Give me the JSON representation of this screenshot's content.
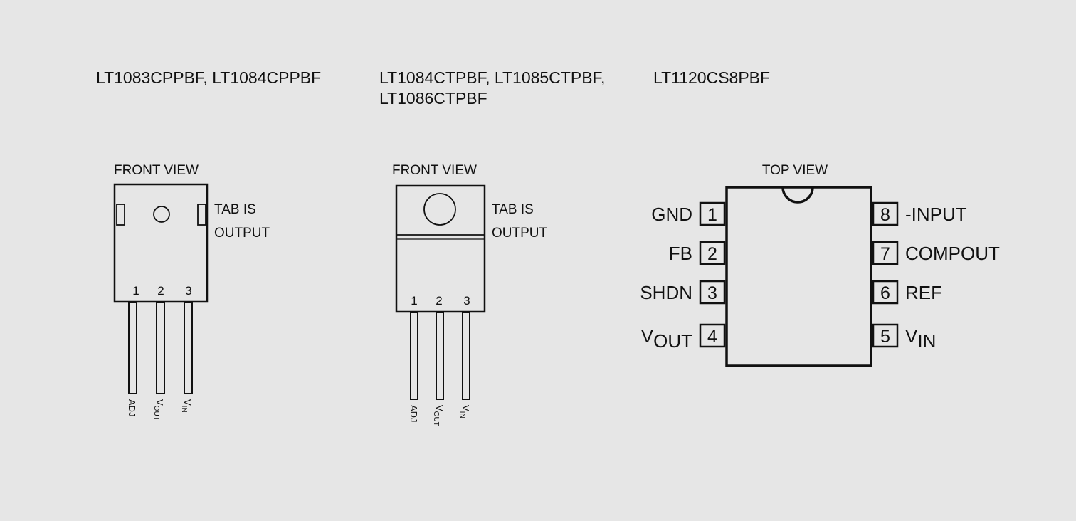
{
  "headers": {
    "col1": "LT1083CPPBF, LT1084CPPBF",
    "col2_line1": "LT1084CTPBF, LT1085CTPBF,",
    "col2_line2": "LT1086CTPBF",
    "col3": "LT1120CS8PBF"
  },
  "pkg1": {
    "view": "FRONT VIEW",
    "tab_line1": "TAB IS",
    "tab_line2": "OUTPUT",
    "pins": [
      "1",
      "2",
      "3"
    ],
    "lead_adj": "ADJ",
    "lead_vout_main": "V",
    "lead_vout_sub": "OUT",
    "lead_vin_main": "V",
    "lead_vin_sub": "IN"
  },
  "pkg2": {
    "view": "FRONT VIEW",
    "tab_line1": "TAB IS",
    "tab_line2": "OUTPUT",
    "pins": [
      "1",
      "2",
      "3"
    ],
    "lead_adj": "ADJ",
    "lead_vout_main": "V",
    "lead_vout_sub": "OUT",
    "lead_vin_main": "V",
    "lead_vin_sub": "IN"
  },
  "pkg3": {
    "view": "TOP VIEW",
    "left_pins": [
      {
        "num": "1",
        "label": "GND"
      },
      {
        "num": "2",
        "label": "FB"
      },
      {
        "num": "3",
        "label": "SHDN"
      },
      {
        "num": "4",
        "label_main": "V",
        "label_sub": "OUT"
      }
    ],
    "right_pins": [
      {
        "num": "8",
        "label": "-INPUT"
      },
      {
        "num": "7",
        "label": "COMPOUT"
      },
      {
        "num": "6",
        "label": "REF"
      },
      {
        "num": "5",
        "label_main": "V",
        "label_sub": "IN"
      }
    ]
  }
}
